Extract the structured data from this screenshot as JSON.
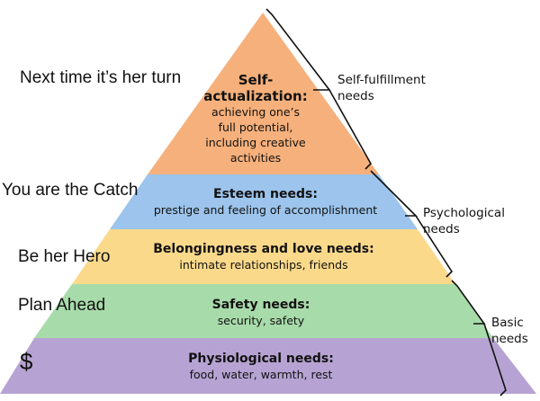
{
  "pyramid": {
    "tiers": [
      {
        "title": "Self-\nactualization:",
        "desc": "achieving one’s\nfull potential,\nincluding creative\nactivities",
        "color": "#f6b07b"
      },
      {
        "title": "Esteem needs:",
        "desc": "prestige and feeling of accomplishment",
        "color": "#9cc4ec"
      },
      {
        "title": "Belongingness and love needs:",
        "desc": "intimate relationships, friends",
        "color": "#fbd98b"
      },
      {
        "title": "Safety needs:",
        "desc": "security, safety",
        "color": "#a8dbaa"
      },
      {
        "title": "Physiological needs:",
        "desc": "food, water, warmth, rest",
        "color": "#b7a3d3"
      }
    ]
  },
  "side_labels": [
    "Next time it’s her turn",
    "You are the Catch",
    "Be her Hero",
    "Plan Ahead",
    "$"
  ],
  "brackets": [
    {
      "label": "Self-fulfillment\nneeds"
    },
    {
      "label": "Psychological\nneeds"
    },
    {
      "label": "Basic\nneeds"
    }
  ]
}
